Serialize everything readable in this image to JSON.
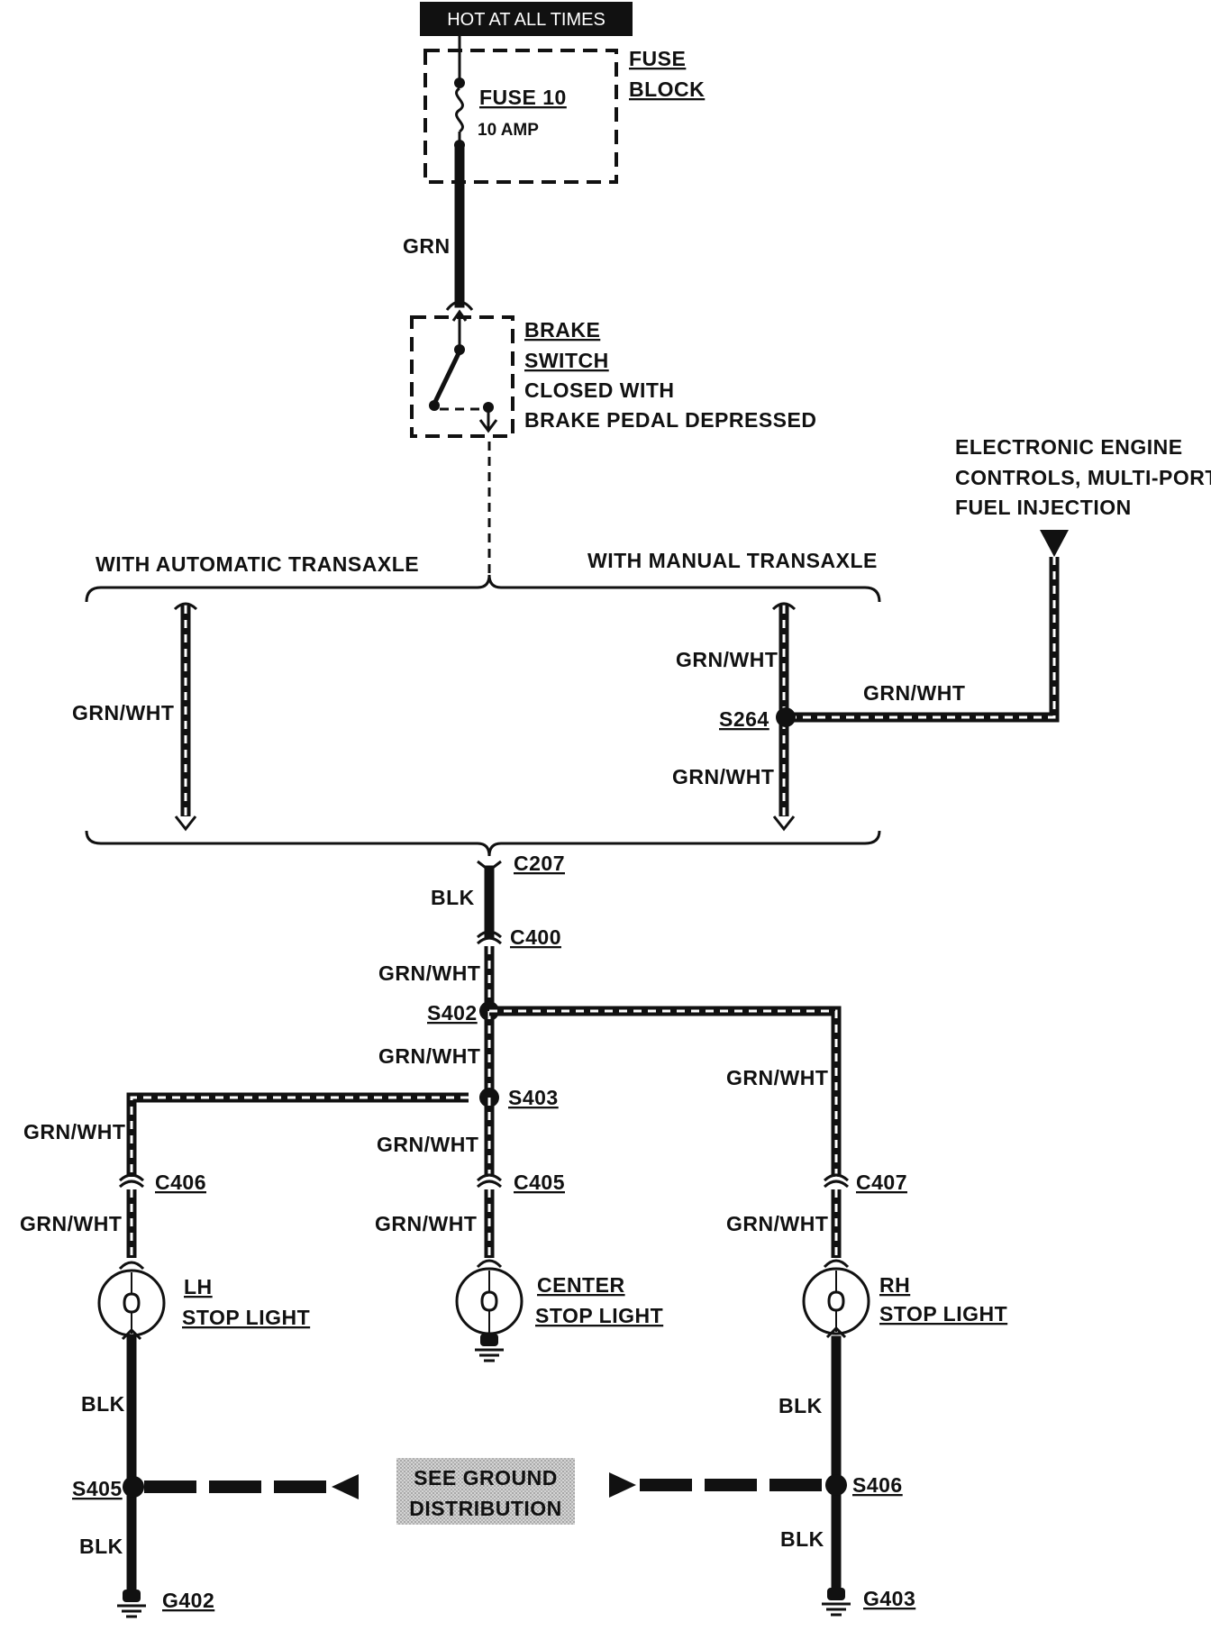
{
  "header": {
    "hot_label": "HOT AT ALL TIMES"
  },
  "fuse": {
    "block_line1": "FUSE",
    "block_line2": "BLOCK",
    "name": "FUSE 10",
    "rating": "10 AMP"
  },
  "brake_switch": {
    "line1": "BRAKE",
    "line2": "SWITCH",
    "line3": "CLOSED WITH",
    "line4": "BRAKE PEDAL DEPRESSED"
  },
  "eec": {
    "line1": "ELECTRONIC ENGINE",
    "line2": "CONTROLS, MULTI-PORT",
    "line3": "FUEL INJECTION"
  },
  "branches": {
    "automatic": "WITH AUTOMATIC TRANSAXLE",
    "manual": "WITH MANUAL TRANSAXLE"
  },
  "wires": {
    "grn": "GRN",
    "grn_wht": "GRN/WHT",
    "blk": "BLK"
  },
  "connectors": {
    "c207": "C207",
    "c400": "C400",
    "c405": "C405",
    "c406": "C406",
    "c407": "C407"
  },
  "splices": {
    "s264": "S264",
    "s402": "S402",
    "s403": "S403",
    "s405": "S405",
    "s406": "S406"
  },
  "grounds": {
    "g402": "G402",
    "g403": "G403"
  },
  "lights": {
    "lh_line1": "LH",
    "lh_line2": "STOP LIGHT",
    "center_line1": "CENTER",
    "center_line2": "STOP LIGHT",
    "rh_line1": "RH",
    "rh_line2": "STOP LIGHT"
  },
  "ground_box": {
    "line1": "SEE GROUND",
    "line2": "DISTRIBUTION"
  }
}
